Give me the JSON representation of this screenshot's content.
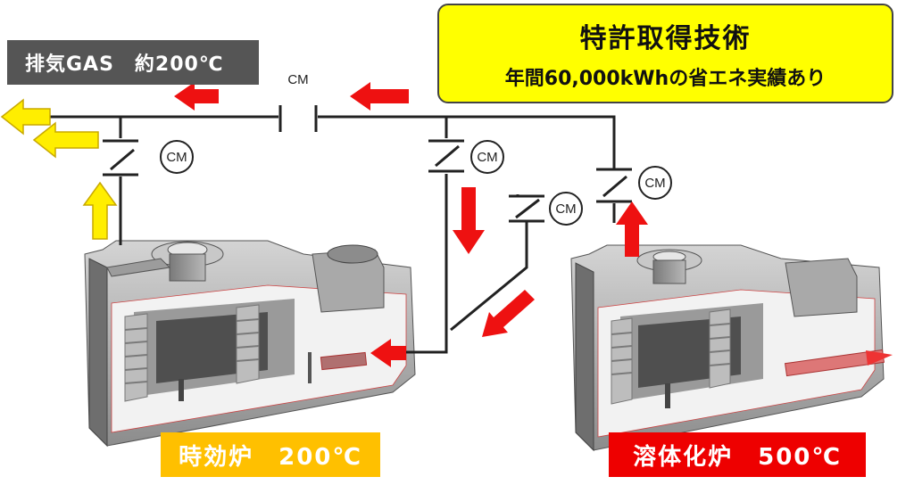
{
  "exhaust_label": "排気GAS　約200℃",
  "patent": {
    "title": "特許取得技術",
    "subtitle": "年間60,000kWhの省エネ実績あり"
  },
  "furnaces": {
    "aging": "時効炉　200℃",
    "solution": "溶体化炉　500℃"
  },
  "valve_label": "CM",
  "colors": {
    "flow_arrow": "#ee1111",
    "exhaust_arrow": "#ffee00",
    "aging_label_bg": "#ffc000",
    "solution_label_bg": "#ee0000",
    "patent_bg": "#ffff00"
  },
  "icons": [
    "valve-icon",
    "flow-arrow-icon",
    "exhaust-arrow-icon",
    "furnace-cutaway-icon"
  ]
}
